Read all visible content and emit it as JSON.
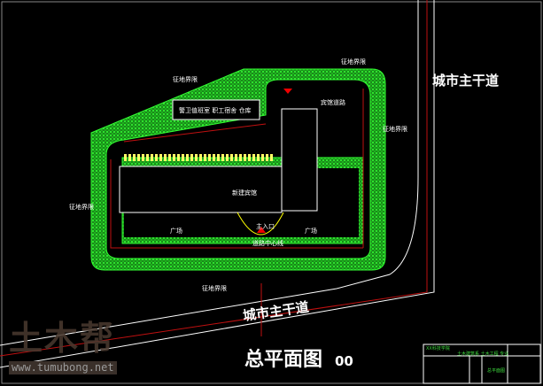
{
  "drawing": {
    "road_label_right": "城市主干道",
    "road_label_bottom": "城市主干道",
    "title": "总平面图",
    "title_suffix": "00",
    "labels": {
      "boundary": "征地界限",
      "guest_road": "宾馆道路",
      "buildings": "警卫值班室  职工宿舍  仓库",
      "hotel": "新建宾馆",
      "main_entrance": "主入口",
      "road_centerline": "道路中心线",
      "plaza": "广场"
    }
  },
  "title_block": {
    "school": "XX科技学院",
    "dept": "土木建筑系 土木工程 专业",
    "drawing_name": "总平面图"
  },
  "watermark": {
    "logo": "土木帮",
    "url": "www.tumubong.net"
  },
  "colors": {
    "green": "#22e022",
    "red": "#d01010",
    "white": "#ffffff"
  }
}
